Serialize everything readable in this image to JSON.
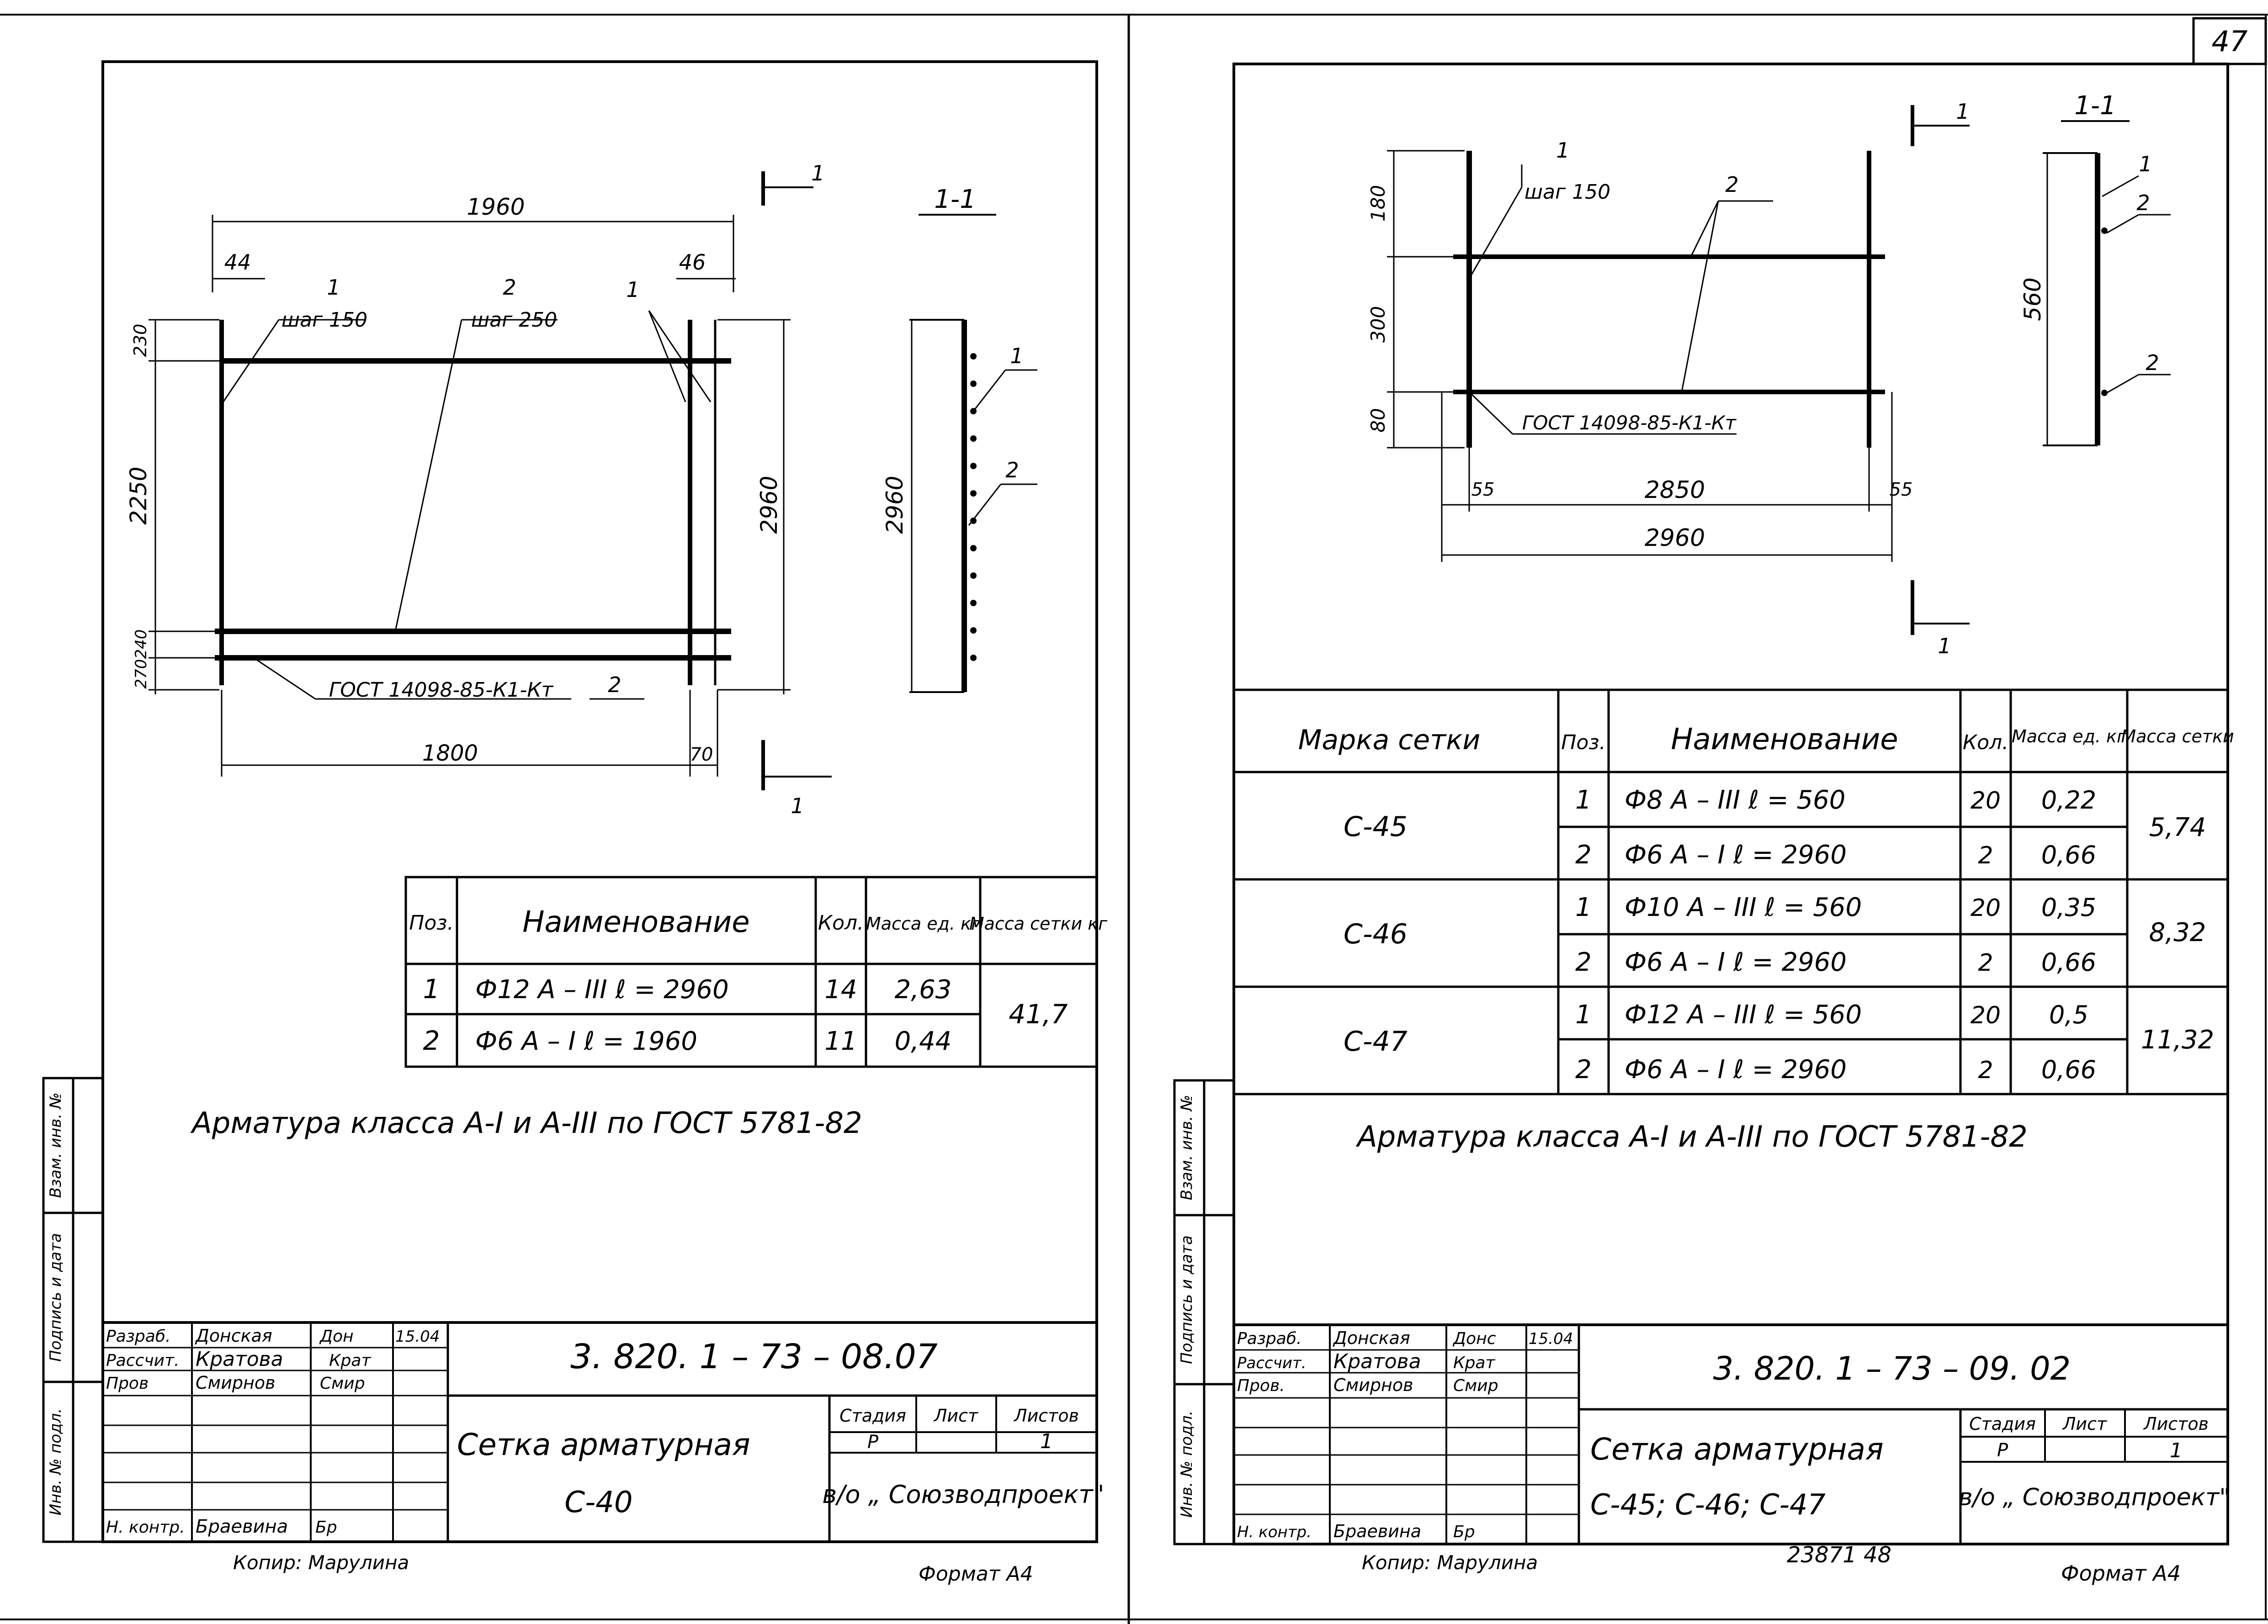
{
  "page_number": "47",
  "left_sheet": {
    "drawing": {
      "dim_overall_width": "1960",
      "dim_left_offset": "44",
      "dim_right_offset": "46",
      "dim_top": "230",
      "dim_height_main": "2250",
      "dim_bottom_a": "240",
      "dim_bottom_b": "270",
      "dim_full_height": "2960",
      "dim_bottom_width": "1800",
      "dim_bottom_right": "70",
      "pos1_label": "1",
      "pos1_step": "шаг 150",
      "pos2_label": "2",
      "pos2_step": "шаг 250",
      "pos1b_label": "1",
      "gost_label": "ГОСТ 14098-85-К1-Кт",
      "gost_pos": "2",
      "cut_mark": "1",
      "section_title": "1-1",
      "section_dim": "2960",
      "section_pos1": "1",
      "section_pos2": "2"
    },
    "spec_table": {
      "headers": [
        "Поз.",
        "Наименование",
        "Кол.",
        "Масса ед. кг",
        "Масса сетки кг"
      ],
      "rows": [
        {
          "pos": "1",
          "name": "Ф12   А – III   ℓ = 2960",
          "qty": "14",
          "mass": "2,63"
        },
        {
          "pos": "2",
          "name": "Ф6    А – I     ℓ = 1960",
          "qty": "11",
          "mass": "0,44"
        }
      ],
      "total_mass": "41,7"
    },
    "note": "Арматура  класса  А-I и А-III  по  ГОСТ 5781-82",
    "title_block": {
      "code": "3. 820. 1 – 73 – 08.07",
      "title_line1": "Сетка арматурная",
      "title_line2": "С-40",
      "stage_header": "Стадия",
      "sheet_header": "Лист",
      "sheets_header": "Листов",
      "stage": "Р",
      "sheets": "1",
      "org": "в/о „ Союзводпроект\"",
      "roles": [
        "Разраб.",
        "Рассчит.",
        "Пров",
        "Н. контр."
      ],
      "names": [
        "Донская",
        "Кратова",
        "Смирнов",
        "Браевина"
      ],
      "signatures": [
        "Дон",
        "Крат",
        "Смир",
        "Бр"
      ],
      "date": "15.04",
      "stamp_labels": [
        "Взам. инв. №",
        "Подпись и дата",
        "Инв. № подл."
      ],
      "copied": "Копир: Марулина",
      "format": "Формат А4"
    }
  },
  "right_sheet": {
    "drawing": {
      "dim_top": "180",
      "dim_mid": "300",
      "dim_bottom": "80",
      "pos1_label": "1",
      "pos1_step": "шаг 150",
      "pos2_label": "2",
      "gost_label": "ГОСТ 14098-85-К1-Кт",
      "dim_left": "55",
      "dim_inner": "2850",
      "dim_right": "55",
      "dim_overall": "2960",
      "cut_mark": "1",
      "section_title": "1-1",
      "section_dim": "560",
      "section_pos1": "1",
      "section_pos2": "2",
      "section_pos2b": "2"
    },
    "spec_table": {
      "headers": [
        "Марка сетки",
        "Поз.",
        "Наименование",
        "Кол.",
        "Масса ед. кг",
        "Масса сетки"
      ],
      "groups": [
        {
          "mark": "С-45",
          "total": "5,74",
          "rows": [
            {
              "pos": "1",
              "name": "Ф8   А – III   ℓ =  560",
              "qty": "20",
              "mass": "0,22"
            },
            {
              "pos": "2",
              "name": "Ф6   А – I     ℓ = 2960",
              "qty": "2",
              "mass": "0,66"
            }
          ]
        },
        {
          "mark": "С-46",
          "total": "8,32",
          "rows": [
            {
              "pos": "1",
              "name": "Ф10  А – III   ℓ =  560",
              "qty": "20",
              "mass": "0,35"
            },
            {
              "pos": "2",
              "name": "Ф6   А – I     ℓ = 2960",
              "qty": "2",
              "mass": "0,66"
            }
          ]
        },
        {
          "mark": "С-47",
          "total": "11,32",
          "rows": [
            {
              "pos": "1",
              "name": "Ф12  А – III   ℓ =  560",
              "qty": "20",
              "mass": "0,5"
            },
            {
              "pos": "2",
              "name": "Ф6   А – I     ℓ = 2960",
              "qty": "2",
              "mass": "0,66"
            }
          ]
        }
      ]
    },
    "note": "Арматура  класса  А-I и А-III  по  ГОСТ 5781-82",
    "title_block": {
      "code": "3. 820. 1 – 73 – 09. 02",
      "title_line1": "Сетка арматурная",
      "title_line2": "С-45;  С-46;  С-47",
      "stage_header": "Стадия",
      "sheet_header": "Лист",
      "sheets_header": "Листов",
      "stage": "Р",
      "sheets": "1",
      "org": "в/о „ Союзводпроект\"",
      "roles": [
        "Разраб.",
        "Рассчит.",
        "Пров.",
        "Н. контр."
      ],
      "names": [
        "Донская",
        "Кратова",
        "Смирнов",
        "Браевина"
      ],
      "signatures": [
        "Донс",
        "Крат",
        "Смир",
        "Бр"
      ],
      "date": "15.04",
      "stamp_labels": [
        "Взам. инв. №",
        "Подпись и дата",
        "Инв. № подл."
      ],
      "copied": "Копир: Марулина",
      "archive_no": "23871   48",
      "format": "Формат А4"
    }
  }
}
